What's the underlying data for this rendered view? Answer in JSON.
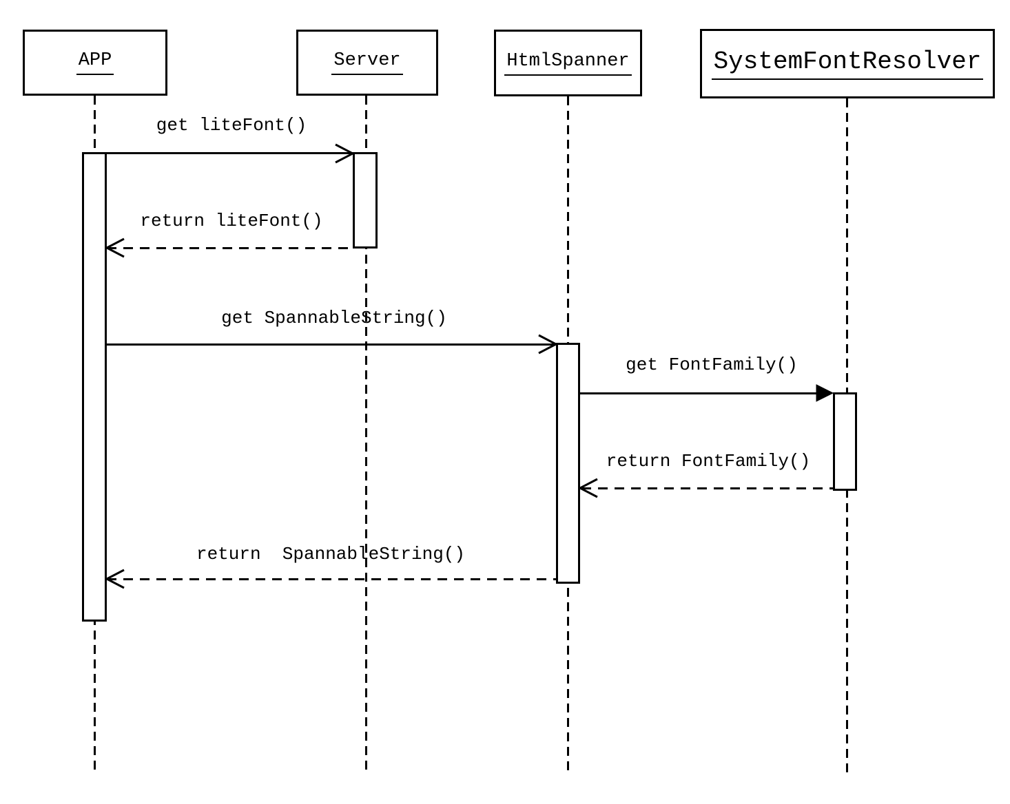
{
  "diagram": {
    "type": "uml-sequence-diagram",
    "colors": {
      "line": "#000000",
      "background": "#ffffff",
      "text": "#000000"
    },
    "participants": [
      {
        "name": "APP"
      },
      {
        "name": "Server"
      },
      {
        "name": "HtmlSpanner"
      },
      {
        "name": "SystemFontResolver"
      }
    ],
    "messages": [
      {
        "label": "get liteFont()",
        "from": "APP",
        "to": "Server",
        "line": "solid",
        "arrowhead": "open"
      },
      {
        "label": "return liteFont()",
        "from": "Server",
        "to": "APP",
        "line": "dashed",
        "arrowhead": "open"
      },
      {
        "label": "get SpannableString()",
        "from": "APP",
        "to": "HtmlSpanner",
        "line": "solid",
        "arrowhead": "open"
      },
      {
        "label": "get FontFamily()",
        "from": "HtmlSpanner",
        "to": "SystemFontResolver",
        "line": "solid",
        "arrowhead": "filled"
      },
      {
        "label": "return FontFamily()",
        "from": "SystemFontResolver",
        "to": "HtmlSpanner",
        "line": "dashed",
        "arrowhead": "open"
      },
      {
        "label": "return  SpannableString()",
        "from": "HtmlSpanner",
        "to": "APP",
        "line": "dashed",
        "arrowhead": "open"
      }
    ]
  }
}
